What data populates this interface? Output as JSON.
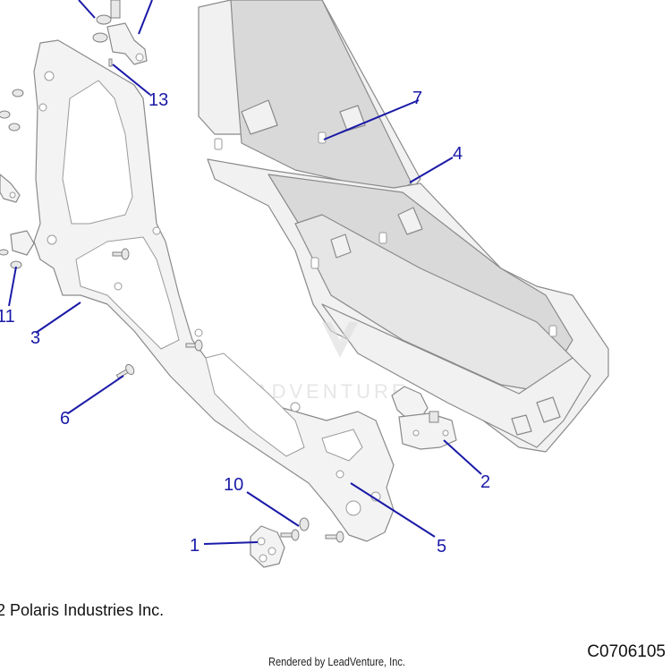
{
  "callouts": [
    {
      "num": "1"
    },
    {
      "num": "2"
    },
    {
      "num": "3"
    },
    {
      "num": "4"
    },
    {
      "num": "5"
    },
    {
      "num": "6"
    },
    {
      "num": "7"
    },
    {
      "num": "10"
    },
    {
      "num": "11"
    },
    {
      "num": "13"
    }
  ],
  "footer": {
    "copyright": "2 Polaris Industries Inc.",
    "rendered_by": "Rendered by LeadVenture, Inc.",
    "figure_code": "C0706105"
  },
  "colors": {
    "callout": "#1a1aa8",
    "outline": "#8a8a8a"
  }
}
